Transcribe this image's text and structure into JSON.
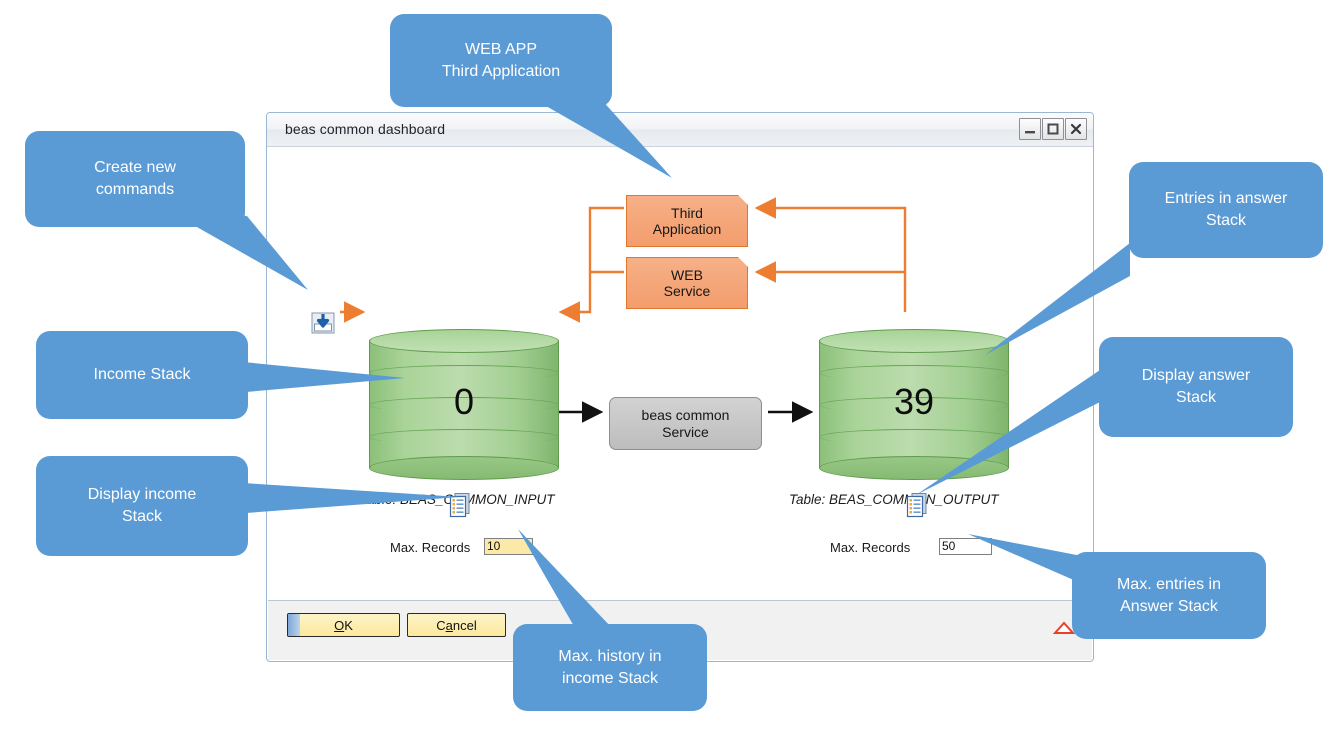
{
  "window": {
    "title": "beas common dashboard",
    "controls": [
      {
        "name": "minimize",
        "label": "Minimize"
      },
      {
        "name": "maximize",
        "label": "Maximize"
      },
      {
        "name": "close",
        "label": "Close"
      }
    ]
  },
  "diagram": {
    "input_stack": {
      "value": "0",
      "caption": "Table: BEAS_COMMON_INPUT",
      "max_records_label": "Max. Records",
      "max_records_value": "10",
      "import_icon": "import-arrow-icon",
      "display_icon": "document-list-icon"
    },
    "output_stack": {
      "value": "39",
      "caption": "Table: BEAS_COMMON_OUTPUT",
      "max_records_label": "Max. Records",
      "max_records_value": "50",
      "display_icon": "document-list-icon"
    },
    "third_application": "Third\nApplication",
    "third_application_line1": "Third",
    "third_application_line2": "Application",
    "web_service_line1": "WEB",
    "web_service_line2": "Service",
    "service_line1": "beas common",
    "service_line2": "Service"
  },
  "footer": {
    "ok_mnemonic": "O",
    "ok_rest": "K",
    "cancel_pre": "C",
    "cancel_mnemonic": "a",
    "cancel_rest": "ncel",
    "ok_label": "OK",
    "cancel_label": "Cancel"
  },
  "callouts": [
    {
      "id": "web-app",
      "line1": "WEB APP",
      "line2": "Third Application"
    },
    {
      "id": "create-new-commands",
      "line1": "Create new",
      "line2": "commands"
    },
    {
      "id": "income-stack",
      "line1": "Income Stack",
      "line2": ""
    },
    {
      "id": "display-income-stack",
      "line1": "Display income",
      "line2": "Stack"
    },
    {
      "id": "max-history-income-stack",
      "line1": "Max. history in",
      "line2": "income Stack"
    },
    {
      "id": "entries-in-answer-stack",
      "line1": "Entries in answer",
      "line2": "Stack"
    },
    {
      "id": "display-answer-stack",
      "line1": "Display answer",
      "line2": "Stack"
    },
    {
      "id": "max-entries-answer-stack",
      "line1": "Max. entries in",
      "line2": "Answer Stack"
    }
  ],
  "colors": {
    "callout_blue": "#5b9bd5",
    "stack_green": "#a9d398",
    "app_orange": "#f39d6d",
    "service_gray": "#c8c8c8",
    "field_yellow": "#fce9a8",
    "arrow_orange": "#ed7d31"
  }
}
